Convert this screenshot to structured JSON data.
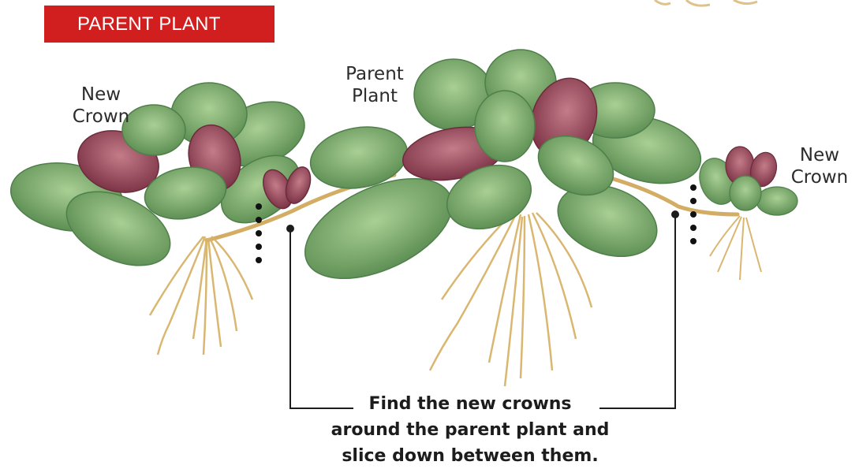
{
  "header": {
    "banner_label": "PARENT PLANT"
  },
  "labels": {
    "left_crown": {
      "line1": "New",
      "line2": "Crown"
    },
    "parent": {
      "line1": "Parent",
      "line2": "Plant"
    },
    "right_crown": {
      "line1": "New",
      "line2": "Crown"
    }
  },
  "caption": {
    "line1": "Find the new crowns",
    "line2": "around the parent plant and",
    "line3": "slice down between them."
  },
  "colors": {
    "banner": "#d11f1f",
    "leaf_green": "#7fae6f",
    "leaf_dark": "#4f7f4a",
    "leaf_purple": "#9a4a5a",
    "root": "#d8b46a"
  }
}
